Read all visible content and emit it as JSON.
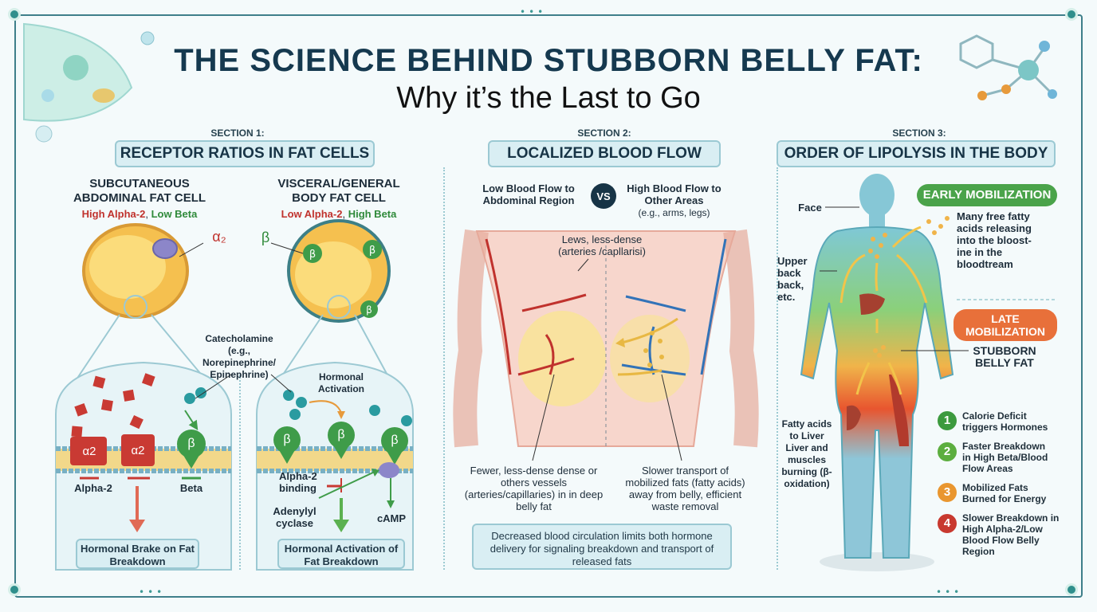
{
  "title": {
    "line1": "THE SCIENCE BEHIND STUBBORN BELLY FAT:",
    "line2": "Why it’s the Last to Go"
  },
  "section1": {
    "label": "SECTION 1:",
    "heading": "RECEPTOR RATIOS IN FAT CELLS",
    "left_cell": {
      "title1": "SUBCUTANEOUS",
      "title2": "ABDOMINAL FAT CELL",
      "ratio_a": "High Alpha-2",
      "ratio_sep": ",",
      "ratio_b": "Low Beta",
      "receptor_symbol": "α₂",
      "alpha_label": "Alpha-2",
      "beta_label": "Beta",
      "caption": "Hormonal Brake on Fat Breakdown"
    },
    "right_cell": {
      "title1": "VISCERAL/GENERAL",
      "title2": "BODY FAT CELL",
      "ratio_a": "Low Alpha-2",
      "ratio_sep": ",",
      "ratio_b": "High Beta",
      "receptor_symbol": "β",
      "activation": "Hormonal Activation",
      "alpha_binding": "Alpha-2 binding",
      "adenylyl": "Adenylyl cyclase",
      "camp": "cAMP",
      "caption": "Hormonal Activation of Fat Breakdown"
    },
    "catecholamine": "Catecholamine (e.g., Norepinephrine/ Epinephrine)",
    "alpha_mark": "α2",
    "beta_mark": "β"
  },
  "section2": {
    "label": "SECTION 2:",
    "heading": "LOCALIZED BLOOD FLOW",
    "low_flow": "Low Blood Flow to Abdominal Region",
    "vs": "VS",
    "high_flow": "High Blood Flow to Other Areas",
    "high_flow_eg": "(e.g., arms, legs)",
    "vessels_top": "Lews, less-dense (arteries /capllarisi)",
    "fewer_vessels": "Fewer, less-dense dense or others vessels (arteries/capillaries) in in deep belly fat",
    "slower_transport": "Slower transport of mobilized fats (fatty acids) away from belly, efficient waste removal",
    "summary": "Decreased blood circulation limits both hormone delivery for signaling breakdown and transport of released fats"
  },
  "section3": {
    "label": "SECTION 3:",
    "heading": "ORDER OF LIPOLYSIS IN THE BODY",
    "face": "Face",
    "upper_back": "Upper back back, etc.",
    "early": "EARLY MOBILIZATION",
    "early_desc": "Many free fatty acids releasing into the bloost-ine in the bloodtream",
    "late": "LATE MOBILIZATION",
    "stubborn": "STUBBORN BELLY FAT",
    "fatty_acids": "Fatty acids to Liver Liver and muscles burning (β-oxidation)",
    "steps": [
      {
        "num": "1",
        "text": "Calorie Deficit triggers Hormones",
        "color": "#3c9a3e"
      },
      {
        "num": "2",
        "text": "Faster Breakdown in High Beta/Blood Flow Areas",
        "color": "#5cae3f"
      },
      {
        "num": "3",
        "text": "Mobilized Fats Burned for Energy",
        "color": "#e9962f"
      },
      {
        "num": "4",
        "text": "Slower Breakdown in High Alpha-2/Low Blood Flow Belly Region",
        "color": "#c8392f"
      }
    ]
  },
  "colors": {
    "title": "#15394f",
    "alpha": "#c0322d",
    "beta": "#2f8a3a",
    "early": "#4aa34a",
    "late": "#e8703a"
  }
}
